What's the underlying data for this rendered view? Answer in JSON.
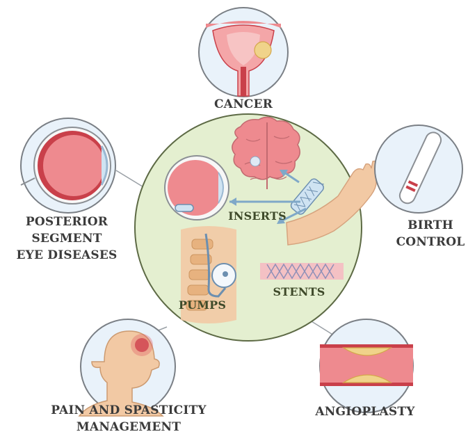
{
  "center": {
    "labels": {
      "inserts": "INSERTS",
      "pumps": "PUMPS",
      "stents": "STENTS"
    },
    "fill": "#e4efd0"
  },
  "satellites": {
    "cancer": {
      "label": "CANCER",
      "icon": "prostate-tumor-icon"
    },
    "birth_control": {
      "lines": [
        "BIRTH",
        "CONTROL"
      ],
      "icon": "contraceptive-implant-icon"
    },
    "angioplasty": {
      "label": "ANGIOPLASTY",
      "icon": "artery-plaque-icon"
    },
    "pain": {
      "lines": [
        "PAIN AND SPASTICITY",
        "MANAGEMENT"
      ],
      "icon": "head-pain-icon"
    },
    "eye": {
      "lines": [
        "POSTERIOR",
        "SEGMENT",
        "EYE DISEASES"
      ],
      "icon": "eye-cross-section-icon"
    }
  },
  "colors": {
    "tissue": "#ee8a8f",
    "tissue_dark": "#c9404a",
    "circle_bg": "#e9f2fa",
    "circle_stroke": "#7a7f85",
    "skin": "#f2c9a4",
    "plaque": "#f0d38a",
    "device": "#cfe3f2",
    "arrow": "#7fa8c8"
  }
}
